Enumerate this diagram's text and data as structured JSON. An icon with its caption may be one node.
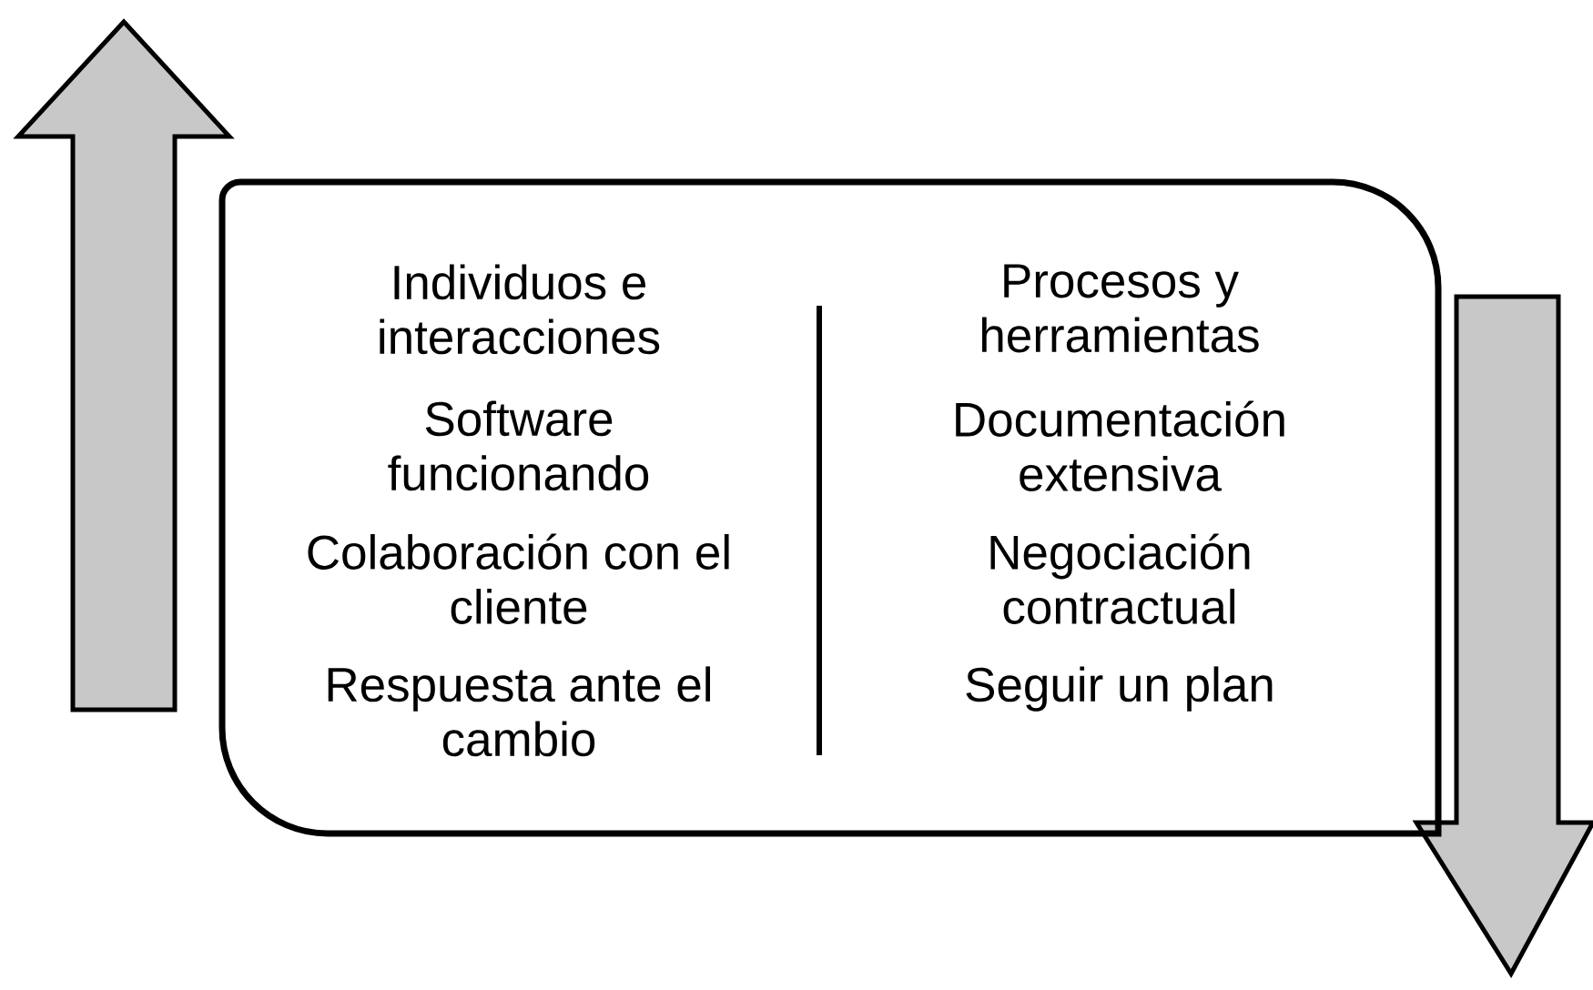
{
  "diagram": {
    "nodes": [
      {
        "text": [
          "Individuos e interacciones",
          "Software funcionando",
          "Colaboración con el cliente",
          "Respuesta ante el cambio",
          "Procesos y herramientas",
          "Documentación extensiva",
          "Negociación contractual",
          "Seguir un plan"
        ]
      }
    ]
  }
}
